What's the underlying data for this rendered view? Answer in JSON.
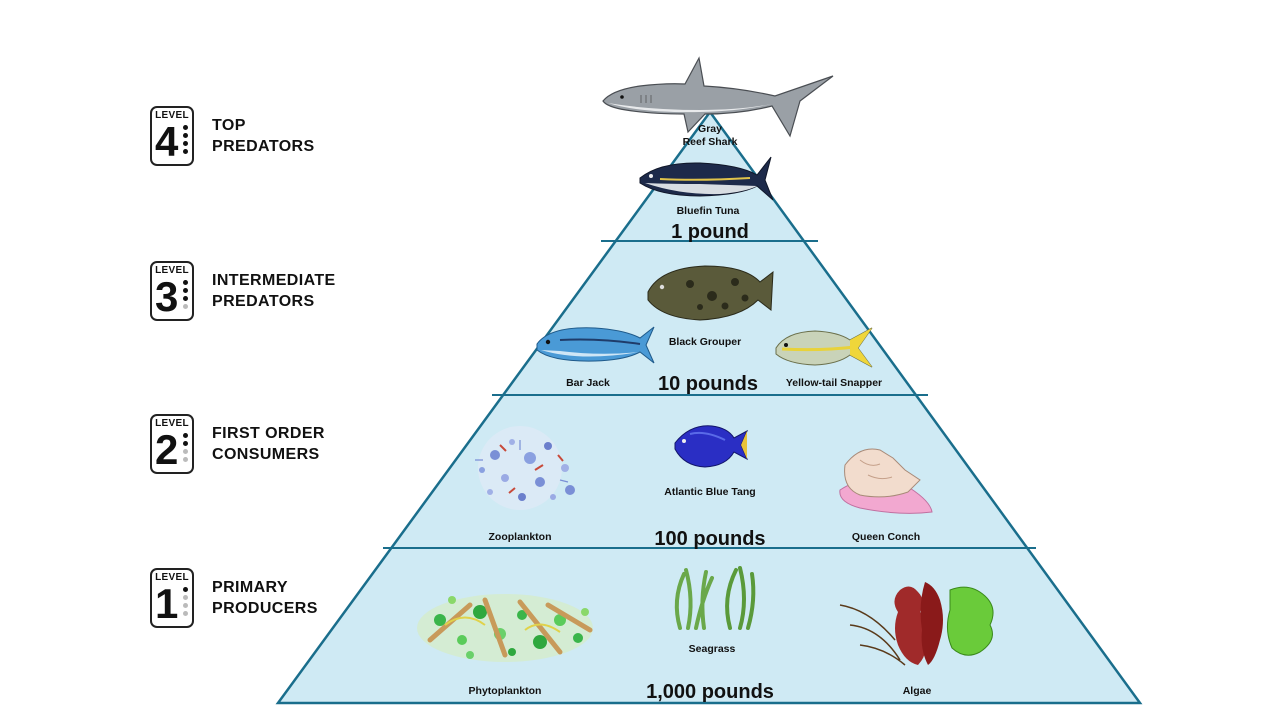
{
  "levels": [
    {
      "badge_word": "LEVEL",
      "number": "4",
      "title_line1": "TOP",
      "title_line2": "PREDATORS"
    },
    {
      "badge_word": "LEVEL",
      "number": "3",
      "title_line1": "INTERMEDIATE",
      "title_line2": "PREDATORS"
    },
    {
      "badge_word": "LEVEL",
      "number": "2",
      "title_line1": "FIRST ORDER",
      "title_line2": "CONSUMERS"
    },
    {
      "badge_word": "LEVEL",
      "number": "1",
      "title_line1": "PRIMARY",
      "title_line2": "PRODUCERS"
    }
  ],
  "pyramid": {
    "tier4": {
      "shark_line1": "Gray",
      "shark_line2": "Reef Shark",
      "tuna": "Bluefin Tuna",
      "amount": "1 pound"
    },
    "tier3": {
      "grouper": "Black Grouper",
      "bar_jack": "Bar Jack",
      "snapper": "Yellow-tail Snapper",
      "amount": "10 pounds"
    },
    "tier2": {
      "zooplankton": "Zooplankton",
      "blue_tang": "Atlantic Blue Tang",
      "conch": "Queen Conch",
      "amount": "100 pounds"
    },
    "tier1": {
      "phytoplankton": "Phytoplankton",
      "seagrass": "Seagrass",
      "algae": "Algae",
      "amount": "1,000 pounds"
    }
  },
  "colors": {
    "pyramid_fill": "#cfeaf4",
    "pyramid_stroke": "#1a6e8c"
  },
  "icons": [
    "gray-reef-shark-icon",
    "bluefin-tuna-icon",
    "black-grouper-icon",
    "bar-jack-icon",
    "yellowtail-snapper-icon",
    "zooplankton-icon",
    "blue-tang-icon",
    "queen-conch-icon",
    "phytoplankton-icon",
    "seagrass-icon",
    "algae-icon"
  ]
}
